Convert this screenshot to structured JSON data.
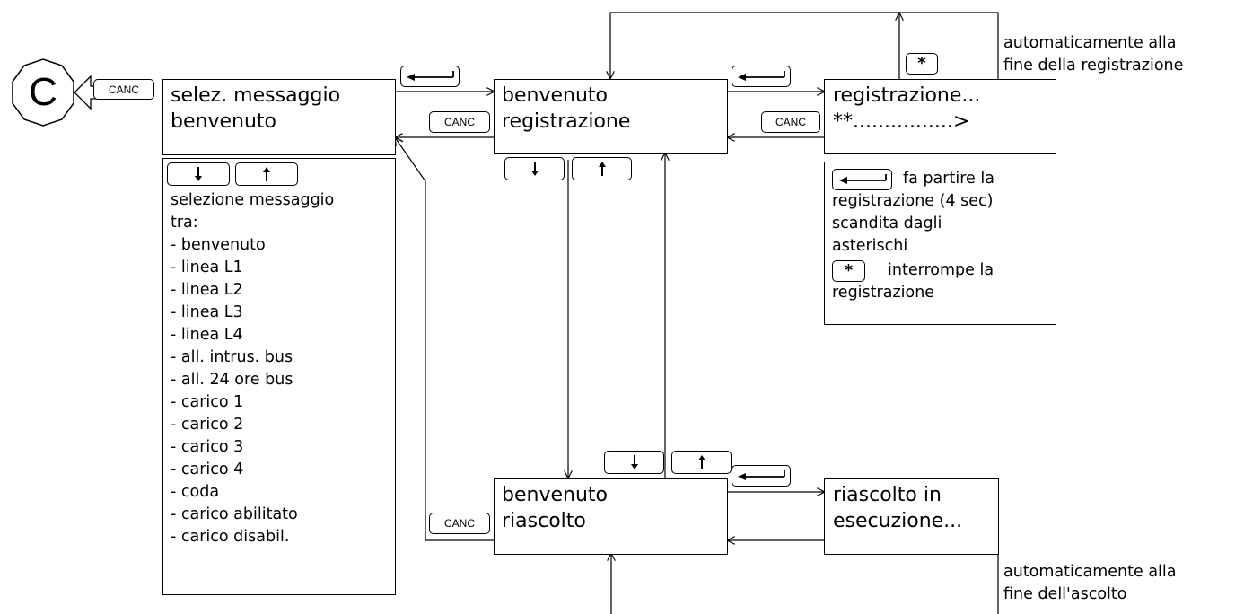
{
  "cancel_key_label": "CANC",
  "c_symbol": "C",
  "star_key_label": "*",
  "displays": {
    "select": [
      "selez. messaggio",
      "benvenuto"
    ],
    "record_menu": [
      "benvenuto",
      "registrazione"
    ],
    "recording": [
      "registrazione...",
      "**................>"
    ],
    "replay_menu": [
      "benvenuto",
      "riascolto"
    ],
    "replaying": [
      "riascolto in",
      "esecuzione..."
    ]
  },
  "selection_list": {
    "intro": [
      "selezione messaggio",
      "tra:"
    ],
    "items": [
      "- benvenuto",
      "- linea L1",
      "- linea L2",
      "- linea L3",
      "- linea L4",
      "- all. intrus. bus",
      "- all. 24 ore bus",
      "- carico 1",
      "- carico 2",
      "- carico 3",
      "- carico 4",
      "- coda",
      "- carico abilitato",
      "- carico disabil."
    ]
  },
  "recording_info": {
    "enter_text": "fa partire la",
    "lines": [
      "registrazione (4 sec)",
      "scandita dagli",
      "asterischi"
    ],
    "star_text": "interrompe la",
    "last": "registrazione"
  },
  "notes": {
    "auto_end_record": [
      "automaticamente alla",
      "fine della registrazione"
    ],
    "auto_end_listen": [
      "automaticamente alla",
      "fine dell'ascolto"
    ]
  }
}
